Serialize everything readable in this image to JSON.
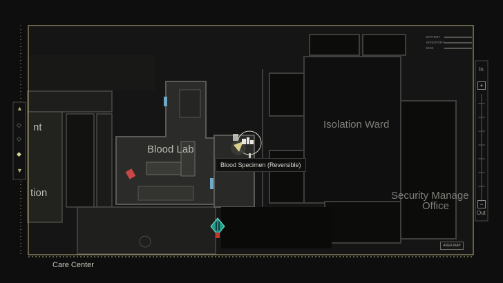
{
  "rooms": {
    "blood_lab": "Blood Lab",
    "isolation_ward": "Isolation Ward",
    "security_line1": "Security Manage",
    "security_line2": "Office",
    "partial_left_top": "nt",
    "partial_left_bottom": "tion"
  },
  "tooltip": "Blood Specimen (Reversible)",
  "location": "Care Center",
  "area_map_button": "AREA MAP",
  "zoom": {
    "in_label": "In",
    "out_label": "Out",
    "plus": "+",
    "minus": "−"
  },
  "legend": [
    {
      "label": "BATTERY"
    },
    {
      "label": "INVENTORY"
    },
    {
      "label": "DISK"
    }
  ],
  "floor_selector": [
    "▲",
    "◇",
    "◇",
    "◆",
    "▼"
  ],
  "colors": {
    "frame": "#b8b07a",
    "room_fill": "#2b2c29",
    "wall": "#5a5b56",
    "door_blue": "#6fa8c8",
    "door_grey": "#8a8b85",
    "save_marker": "#1f9c8c",
    "save_marker_red": "#c0392b"
  },
  "icons": {
    "player": "player-arrow-icon",
    "item": "blood-specimen-icon",
    "save": "save-point-icon"
  }
}
